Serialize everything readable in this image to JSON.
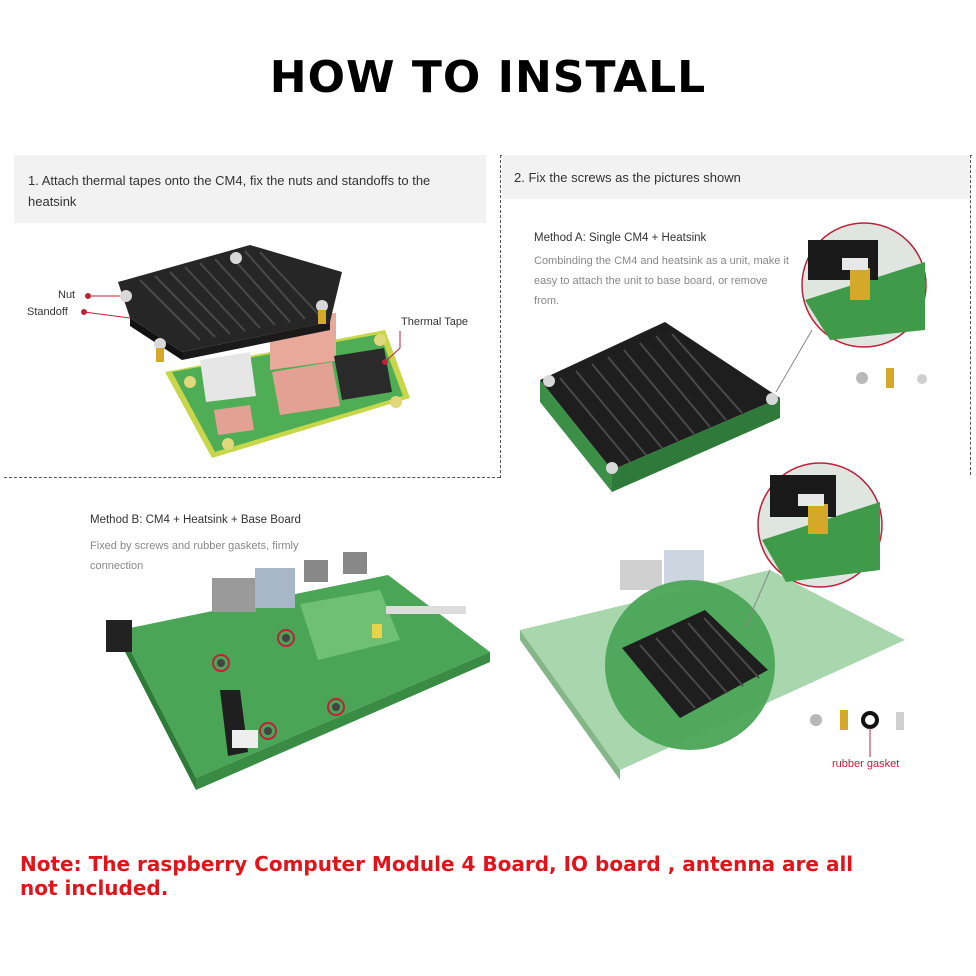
{
  "title": "HOW TO INSTALL",
  "step1": {
    "text": "1. Attach thermal tapes onto the CM4, fix the nuts and standoffs to the heatsink",
    "labels": {
      "nut": "Nut",
      "standoff": "Standoff",
      "thermal_tape": "Thermal Tape"
    }
  },
  "step2": {
    "text": "2. Fix the screws as the pictures shown",
    "method_a": {
      "title": "Method A: Single CM4 + Heatsink",
      "desc": "Combinding the CM4 and heatsink as a unit, make it easy to attach the unit to base board, or remove from."
    }
  },
  "method_b": {
    "title": "Method B: CM4 + Heatsink + Base Board",
    "desc": "Fixed by screws and rubber gaskets, firmly connection"
  },
  "rubber_gasket_label": "rubber gasket",
  "note": "Note: The raspberry Computer Module 4 Board, IO board , antenna are all not included.",
  "colors": {
    "note": "#e1141b",
    "heatsink": "#1c1c1c",
    "pcb": "#3f9a4a",
    "accent_red": "#c0203a"
  }
}
